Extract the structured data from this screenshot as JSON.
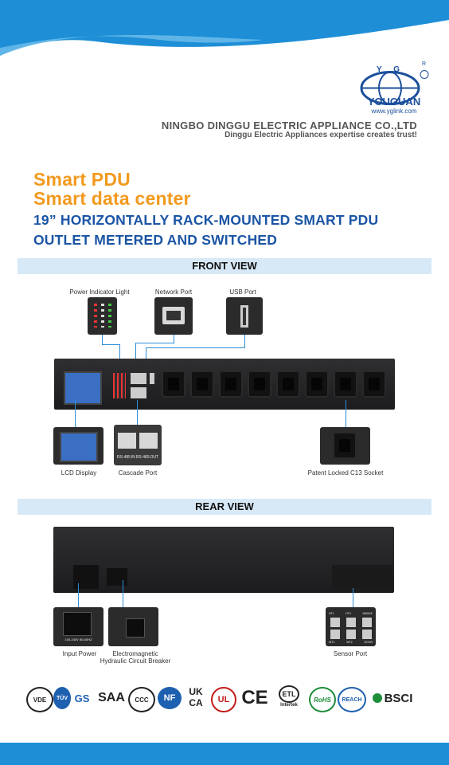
{
  "brand": {
    "logo_letters": "Y G",
    "registered_mark": "R",
    "name": "YOUGUAN",
    "url": "www.yglink.com",
    "company": "NINGBO DINGGU ELECTRIC APPLIANCE CO.,LTD",
    "slogan": "Dinggu Electric Appliances   expertise creates trust!"
  },
  "headline": {
    "line1": "Smart PDU",
    "line2": "Smart data center",
    "line3": "19” HORIZONTALLY RACK-MOUNTED SMART PDU",
    "line4": "OUTLET METERED AND SWITCHED"
  },
  "front": {
    "section_title": "FRONT VIEW",
    "power_indicator": "Power Indicator Light",
    "network_port": "Network Port",
    "usb_port": "USB Port",
    "lcd_display": "LCD  Display",
    "cascade_port": "Cascade Port",
    "cascade_labels": [
      "RS-485",
      "IN",
      "RS-485",
      "OUT"
    ],
    "socket": "Patent Locked C13 Socket"
  },
  "rear": {
    "section_title": "REAR  VIEW",
    "input_power": "Input Power",
    "input_label": "100-240V  50-60HZ",
    "breaker_line1": "Electromagnetic",
    "breaker_line2": "Hydraulic Circuit Breaker",
    "sensor_port": "Sensor Port",
    "sensor_labels": [
      "HT1",
      "HT2",
      "SMOKE",
      "WT1",
      "WT2",
      "DOOR"
    ]
  },
  "certifications": [
    "VDE",
    "TÜV",
    "GS",
    "SAA",
    "CCC",
    "NF",
    "UK",
    "CA",
    "UL",
    "CE",
    "ETL",
    "Intertek",
    "RoHS",
    "REACH",
    "BSCI"
  ],
  "colors": {
    "accent_blue": "#1b55a5",
    "accent_orange": "#f29a1e",
    "band_blue": "#1e8fd6",
    "section_bg": "#d7e9f7"
  }
}
